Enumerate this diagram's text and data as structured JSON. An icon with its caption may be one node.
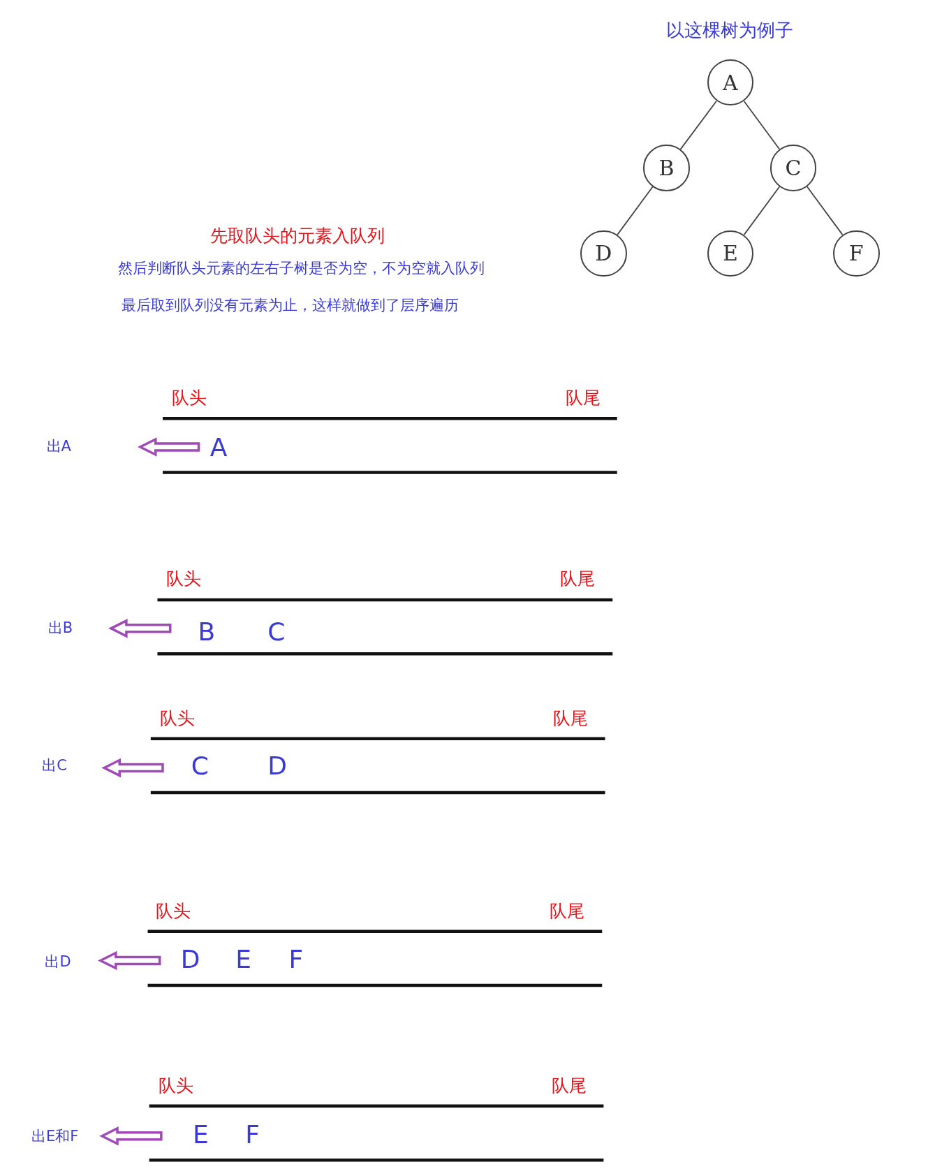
{
  "diagram": {
    "title": "以这棵树为例子",
    "nodes": [
      {
        "text": [
          "A"
        ]
      },
      {
        "text": [
          "B"
        ]
      },
      {
        "text": [
          "C"
        ]
      },
      {
        "text": [
          "D"
        ]
      },
      {
        "text": [
          "E"
        ]
      },
      {
        "text": [
          "F"
        ]
      }
    ],
    "edges": [
      {
        "from": 0,
        "to": 1,
        "arrow": "none"
      },
      {
        "from": 0,
        "to": 2,
        "arrow": "none"
      },
      {
        "from": 1,
        "to": 3,
        "arrow": "none"
      },
      {
        "from": 2,
        "to": 4,
        "arrow": "none"
      },
      {
        "from": 2,
        "to": 5,
        "arrow": "none"
      }
    ],
    "labels": [
      "先取队头的元素入队列",
      "然后判断队头元素的左右子树是否为空，不为空就入队列",
      "最后取到队列没有元素为止，这样就做到了层序遍历",
      "队头",
      "队尾",
      "出A",
      "A",
      "队头",
      "队尾",
      "出B",
      "B",
      "C",
      "队头",
      "队尾",
      "出C",
      "C",
      "D",
      "队头",
      "队尾",
      "出D",
      "D",
      "E",
      "F",
      "队头",
      "队尾",
      "出E和F",
      "E",
      "F"
    ]
  }
}
